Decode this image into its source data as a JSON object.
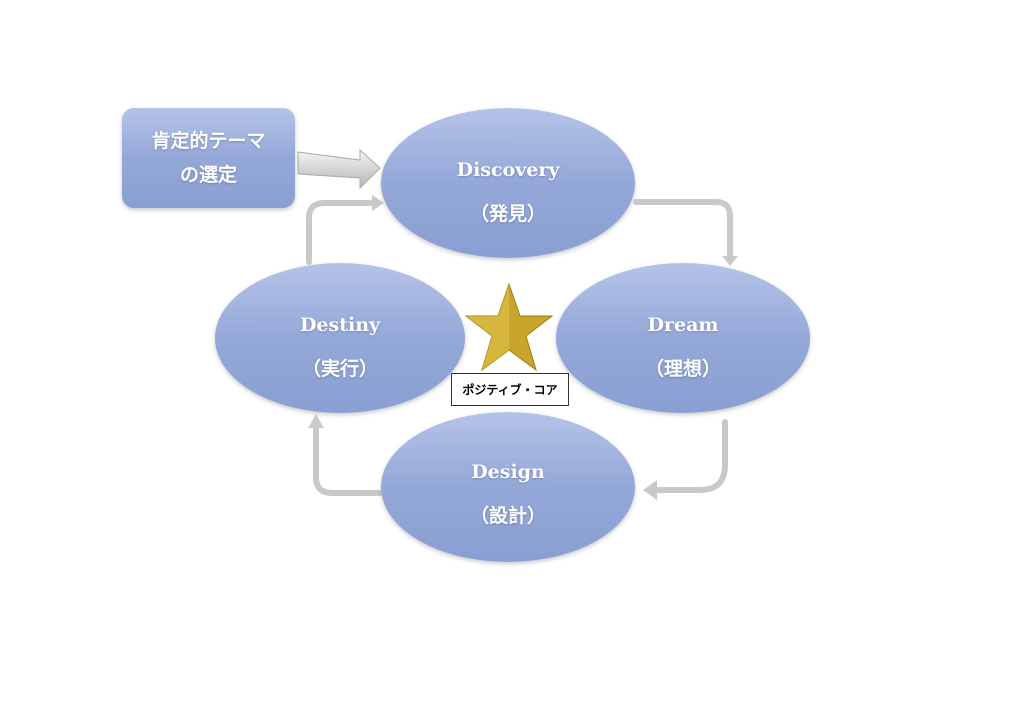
{
  "theme_box": {
    "line1": "肯定的テーマ",
    "line2": "の選定"
  },
  "phases": [
    {
      "name": "Discovery",
      "jp": "（発見）"
    },
    {
      "name": "Dream",
      "jp": "（理想）"
    },
    {
      "name": "Design",
      "jp": "（設計）"
    },
    {
      "name": "Destiny",
      "jp": "（実行）"
    }
  ],
  "core_label": "ポジティブ・コア",
  "colors": {
    "node": "#94a8d8",
    "star": "#c9a52a",
    "arrow": "#c8c8c8"
  }
}
